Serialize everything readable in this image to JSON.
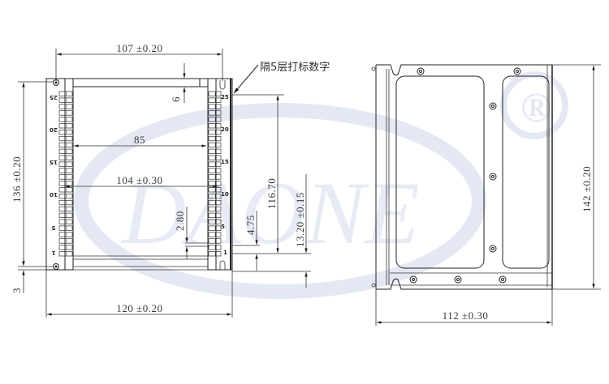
{
  "watermark": {
    "brand_text": "DAONE",
    "registered_mark": "®",
    "color": "#e3e8f3"
  },
  "front_view": {
    "annotation_note": "隔5层打标数字",
    "left_rail_numbers": [
      "25",
      "20",
      "15",
      "10",
      "5",
      "1"
    ],
    "right_rail_numbers": [
      "25",
      "20",
      "15",
      "10",
      "5",
      "1"
    ],
    "dimensions": {
      "top_width": "107 ±0.20",
      "top_bar_gap": "6",
      "inner_width_85": "85",
      "inner_width_104": "104 ±0.30",
      "overall_height": "136 ±0.20",
      "bottom_offset": "3",
      "slot_pitch_dim": "2.80",
      "rail_height": "116.70",
      "first_slot_offset": "4.75",
      "bottom_margin": "13.20 ±0.15",
      "overall_width": "120 ±0.20"
    }
  },
  "side_view": {
    "dimensions": {
      "height": "142 ±0.20",
      "width": "112 ±0.30"
    },
    "screw_count": 8
  }
}
